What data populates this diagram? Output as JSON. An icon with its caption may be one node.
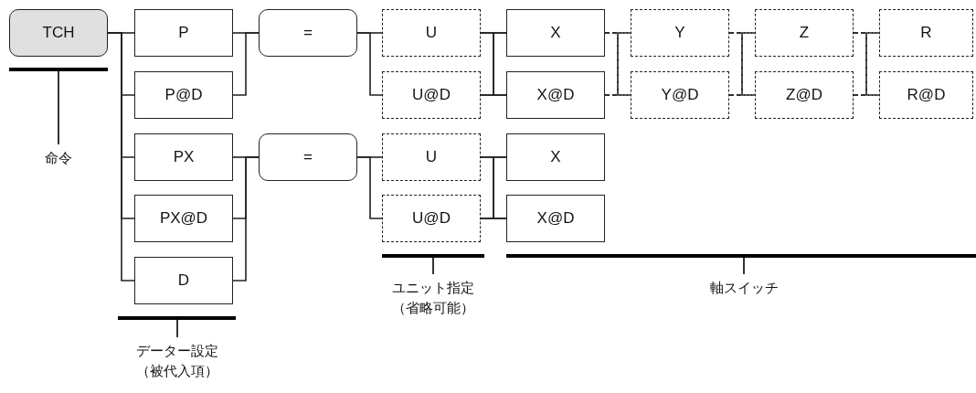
{
  "diagram": {
    "nodes": [
      {
        "text": [
          "TCH"
        ]
      },
      {
        "text": [
          "P"
        ]
      },
      {
        "text": [
          "P@D"
        ]
      },
      {
        "text": [
          "PX"
        ]
      },
      {
        "text": [
          "PX@D"
        ]
      },
      {
        "text": [
          "D"
        ]
      },
      {
        "text": [
          "="
        ]
      },
      {
        "text": [
          "="
        ]
      },
      {
        "text": [
          "U"
        ]
      },
      {
        "text": [
          "U@D"
        ]
      },
      {
        "text": [
          "X"
        ]
      },
      {
        "text": [
          "X@D"
        ]
      },
      {
        "text": [
          "Y"
        ]
      },
      {
        "text": [
          "Y@D"
        ]
      },
      {
        "text": [
          "Z"
        ]
      },
      {
        "text": [
          "Z@D"
        ]
      },
      {
        "text": [
          "R"
        ]
      },
      {
        "text": [
          "R@D"
        ]
      },
      {
        "text": [
          "U"
        ]
      },
      {
        "text": [
          "U@D"
        ]
      },
      {
        "text": [
          "X"
        ]
      },
      {
        "text": [
          "X@D"
        ]
      }
    ],
    "edges": [
      {
        "from": 0,
        "to": 1,
        "arrow": "none"
      },
      {
        "from": 0,
        "to": 2,
        "arrow": "none"
      },
      {
        "from": 0,
        "to": 3,
        "arrow": "none"
      },
      {
        "from": 0,
        "to": 4,
        "arrow": "none"
      },
      {
        "from": 0,
        "to": 5,
        "arrow": "none"
      },
      {
        "from": 1,
        "to": 6,
        "arrow": "none"
      },
      {
        "from": 2,
        "to": 6,
        "arrow": "none"
      },
      {
        "from": 3,
        "to": 7,
        "arrow": "none"
      },
      {
        "from": 4,
        "to": 7,
        "arrow": "none"
      },
      {
        "from": 5,
        "to": 7,
        "arrow": "none"
      },
      {
        "from": 6,
        "to": 8,
        "arrow": "none"
      },
      {
        "from": 6,
        "to": 9,
        "arrow": "none"
      },
      {
        "from": 8,
        "to": 10,
        "arrow": "none"
      },
      {
        "from": 8,
        "to": 11,
        "arrow": "none"
      },
      {
        "from": 9,
        "to": 10,
        "arrow": "none"
      },
      {
        "from": 9,
        "to": 11,
        "arrow": "none"
      },
      {
        "from": 10,
        "to": 12,
        "arrow": "none",
        "style": "dashed"
      },
      {
        "from": 10,
        "to": 13,
        "arrow": "none",
        "style": "dashed"
      },
      {
        "from": 11,
        "to": 12,
        "arrow": "none",
        "style": "dashed"
      },
      {
        "from": 11,
        "to": 13,
        "arrow": "none",
        "style": "dashed"
      },
      {
        "from": 12,
        "to": 14,
        "arrow": "none",
        "style": "dashed"
      },
      {
        "from": 12,
        "to": 15,
        "arrow": "none",
        "style": "dashed"
      },
      {
        "from": 13,
        "to": 14,
        "arrow": "none",
        "style": "dashed"
      },
      {
        "from": 13,
        "to": 15,
        "arrow": "none",
        "style": "dashed"
      },
      {
        "from": 14,
        "to": 16,
        "arrow": "none",
        "style": "dashed"
      },
      {
        "from": 14,
        "to": 17,
        "arrow": "none",
        "style": "dashed"
      },
      {
        "from": 15,
        "to": 16,
        "arrow": "none",
        "style": "dashed"
      },
      {
        "from": 15,
        "to": 17,
        "arrow": "none",
        "style": "dashed"
      },
      {
        "from": 7,
        "to": 18,
        "arrow": "none"
      },
      {
        "from": 7,
        "to": 19,
        "arrow": "none"
      },
      {
        "from": 18,
        "to": 20,
        "arrow": "none"
      },
      {
        "from": 18,
        "to": 21,
        "arrow": "none"
      },
      {
        "from": 19,
        "to": 20,
        "arrow": "none"
      },
      {
        "from": 19,
        "to": 21,
        "arrow": "none"
      }
    ],
    "labels": [
      "命令",
      "データー設定（被代入項）",
      "ユニット指定（省略可能）",
      "軸スイッチ"
    ]
  }
}
